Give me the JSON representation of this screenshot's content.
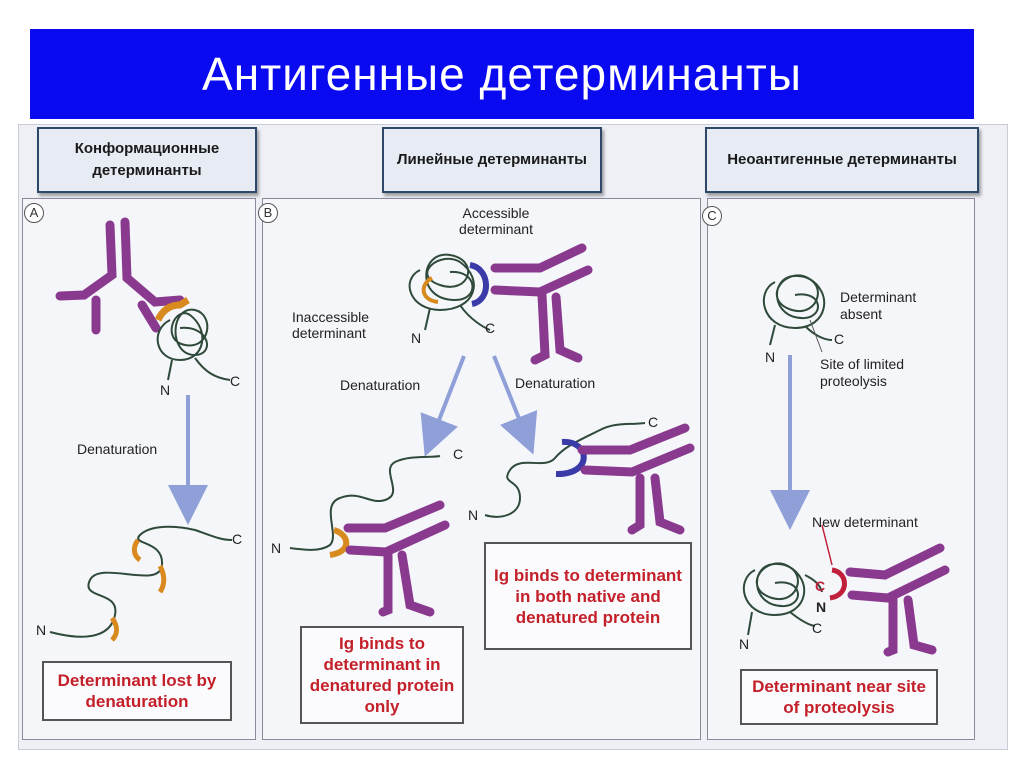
{
  "title": "Антигенные детерминанты",
  "headers": {
    "a": "Конформационные детерминанты",
    "b": "Линейные детерминанты",
    "c": "Неоантигенные детерминанты"
  },
  "panels": {
    "a": {
      "letter": "A",
      "denaturation": "Denaturation",
      "n1": "N",
      "c1": "C",
      "n2": "N",
      "c2": "C",
      "result": "Determinant lost by denaturation"
    },
    "b": {
      "letter": "B",
      "accessible": "Accessible determinant",
      "inaccessible": "Inaccessible determinant",
      "denaturation_left": "Denaturation",
      "denaturation_right": "Denaturation",
      "n1": "N",
      "c1": "C",
      "n2": "N",
      "c2": "C",
      "n3": "N",
      "c3": "C",
      "result_left": "Ig binds to determinant in denatured protein only",
      "result_right": "Ig binds to determinant in both native and denatured protein"
    },
    "c": {
      "letter": "C",
      "absent": "Determinant absent",
      "proteolysis": "Site of limited proteolysis",
      "new_det": "New determinant",
      "n1": "N",
      "c1": "C",
      "c2": "C",
      "n2": "N",
      "c3": "C",
      "n3": "N",
      "result": "Determinant near site of proteolysis"
    }
  },
  "colors": {
    "title_bg": "#0a0af0",
    "antibody": "#8a3a8e",
    "protein": "#2f4a3a",
    "orange_site": "#d98a1e",
    "blue_site": "#3a3aa8",
    "red_site": "#c0203a",
    "arrow": "#8fa0d8",
    "result_text": "#c4202a"
  }
}
